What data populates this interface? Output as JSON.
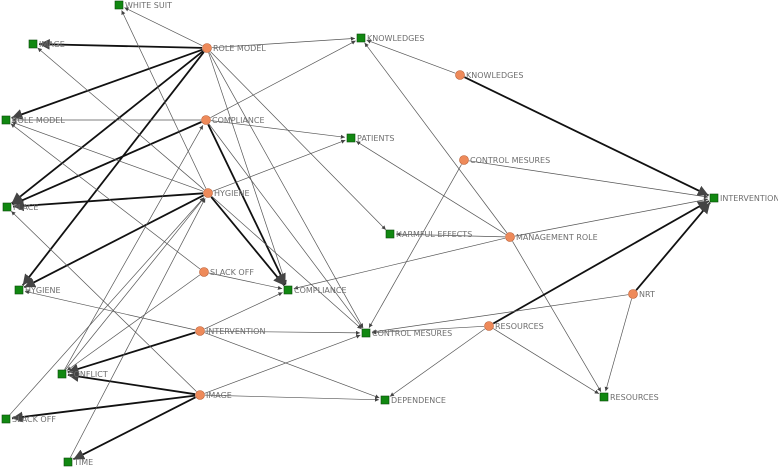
{
  "network": {
    "colors": {
      "square_fill": "#118811",
      "square_stroke": "#0b4a0b",
      "circle_fill": "#ee8a5a",
      "circle_stroke": "#b85a30",
      "edge": "#555555",
      "label": "#6e6e6e"
    },
    "nodes": [
      {
        "id": "s_white_suit",
        "label": "WHITE SUIT",
        "shape": "square"
      },
      {
        "id": "s_image",
        "label": "IMAGE",
        "shape": "square"
      },
      {
        "id": "s_role_model",
        "label": "ROLE MODEL",
        "shape": "square"
      },
      {
        "id": "s_place",
        "label": "PLACE",
        "shape": "square"
      },
      {
        "id": "s_hygiene",
        "label": "HYGIENE",
        "shape": "square"
      },
      {
        "id": "s_conflict",
        "label": "CONFLICT",
        "shape": "square"
      },
      {
        "id": "s_slack_off",
        "label": "SLACK OFF",
        "shape": "square"
      },
      {
        "id": "s_time",
        "label": "TIME",
        "shape": "square"
      },
      {
        "id": "c_role_model",
        "label": "ROLE MODEL",
        "shape": "circle"
      },
      {
        "id": "c_compliance",
        "label": "COMPLIANCE",
        "shape": "circle"
      },
      {
        "id": "c_hygiene",
        "label": "HYGIENE",
        "shape": "circle"
      },
      {
        "id": "c_slack_off",
        "label": "SLACK OFF",
        "shape": "circle"
      },
      {
        "id": "c_intervention",
        "label": "INTERVENTION",
        "shape": "circle"
      },
      {
        "id": "c_image",
        "label": "IMAGE",
        "shape": "circle"
      },
      {
        "id": "s_knowledges",
        "label": "KNOWLEDGES",
        "shape": "square"
      },
      {
        "id": "s_patients",
        "label": "PATIENTS",
        "shape": "square"
      },
      {
        "id": "s_harmful",
        "label": "HARMFUL EFFECTS",
        "shape": "square"
      },
      {
        "id": "s_compliance",
        "label": "COMPLIANCE",
        "shape": "square"
      },
      {
        "id": "s_control",
        "label": "CONTROL MESURES",
        "shape": "square"
      },
      {
        "id": "s_dependence",
        "label": "DEPENDENCE",
        "shape": "square"
      },
      {
        "id": "c_knowledges",
        "label": "KNOWLEDGES",
        "shape": "circle"
      },
      {
        "id": "c_control",
        "label": "CONTROL MESURES",
        "shape": "circle"
      },
      {
        "id": "c_management",
        "label": "MANAGEMENT ROLE",
        "shape": "circle"
      },
      {
        "id": "c_resources",
        "label": "RESOURCES",
        "shape": "circle"
      },
      {
        "id": "c_nrt",
        "label": "NRT",
        "shape": "circle"
      },
      {
        "id": "s_intervention",
        "label": "INTERVENTION",
        "shape": "square"
      },
      {
        "id": "s_resources",
        "label": "RESOURCES",
        "shape": "square"
      }
    ],
    "edges": [
      {
        "from": "c_role_model",
        "to": "s_image",
        "weight": 2
      },
      {
        "from": "c_role_model",
        "to": "s_role_model",
        "weight": 2
      },
      {
        "from": "c_role_model",
        "to": "s_place",
        "weight": 2
      },
      {
        "from": "c_role_model",
        "to": "s_hygiene",
        "weight": 2
      },
      {
        "from": "c_role_model",
        "to": "s_knowledges",
        "weight": 1
      },
      {
        "from": "c_role_model",
        "to": "s_harmful",
        "weight": 1
      },
      {
        "from": "c_role_model",
        "to": "s_compliance",
        "weight": 1
      },
      {
        "from": "c_role_model",
        "to": "s_control",
        "weight": 1
      },
      {
        "from": "c_role_model",
        "to": "s_white_suit",
        "weight": 1
      },
      {
        "from": "c_compliance",
        "to": "s_role_model",
        "weight": 1
      },
      {
        "from": "c_compliance",
        "to": "s_place",
        "weight": 2
      },
      {
        "from": "c_compliance",
        "to": "s_knowledges",
        "weight": 1
      },
      {
        "from": "c_compliance",
        "to": "s_patients",
        "weight": 1
      },
      {
        "from": "c_compliance",
        "to": "s_compliance",
        "weight": 2
      },
      {
        "from": "c_compliance",
        "to": "s_control",
        "weight": 1
      },
      {
        "from": "c_hygiene",
        "to": "s_image",
        "weight": 1
      },
      {
        "from": "c_hygiene",
        "to": "s_role_model",
        "weight": 1
      },
      {
        "from": "c_hygiene",
        "to": "s_place",
        "weight": 2
      },
      {
        "from": "c_hygiene",
        "to": "s_hygiene",
        "weight": 2
      },
      {
        "from": "c_hygiene",
        "to": "s_patients",
        "weight": 1
      },
      {
        "from": "c_hygiene",
        "to": "s_compliance",
        "weight": 2
      },
      {
        "from": "c_hygiene",
        "to": "s_control",
        "weight": 1
      },
      {
        "from": "c_hygiene",
        "to": "s_white_suit",
        "weight": 1
      },
      {
        "from": "c_slack_off",
        "to": "s_role_model",
        "weight": 1
      },
      {
        "from": "c_slack_off",
        "to": "s_compliance",
        "weight": 1
      },
      {
        "from": "c_slack_off",
        "to": "s_conflict",
        "weight": 1
      },
      {
        "from": "c_intervention",
        "to": "s_hygiene",
        "weight": 1
      },
      {
        "from": "c_intervention",
        "to": "s_compliance",
        "weight": 1
      },
      {
        "from": "c_intervention",
        "to": "s_control",
        "weight": 1
      },
      {
        "from": "c_intervention",
        "to": "s_dependence",
        "weight": 1
      },
      {
        "from": "c_intervention",
        "to": "s_conflict",
        "weight": 2
      },
      {
        "from": "c_image",
        "to": "s_place",
        "weight": 1
      },
      {
        "from": "c_image",
        "to": "s_conflict",
        "weight": 2
      },
      {
        "from": "c_image",
        "to": "s_slack_off",
        "weight": 2
      },
      {
        "from": "c_image",
        "to": "s_time",
        "weight": 2
      },
      {
        "from": "c_image",
        "to": "s_control",
        "weight": 1
      },
      {
        "from": "c_image",
        "to": "s_dependence",
        "weight": 1
      },
      {
        "from": "s_conflict",
        "to": "c_hygiene",
        "weight": 1
      },
      {
        "from": "s_conflict",
        "to": "c_compliance",
        "weight": 1
      },
      {
        "from": "s_slack_off",
        "to": "c_hygiene",
        "weight": 1
      },
      {
        "from": "s_time",
        "to": "c_hygiene",
        "weight": 1
      },
      {
        "from": "c_knowledges",
        "to": "s_knowledges",
        "weight": 1
      },
      {
        "from": "c_knowledges",
        "to": "s_intervention",
        "weight": 2
      },
      {
        "from": "c_control",
        "to": "s_control",
        "weight": 1
      },
      {
        "from": "c_control",
        "to": "s_intervention",
        "weight": 1
      },
      {
        "from": "c_management",
        "to": "s_knowledges",
        "weight": 1
      },
      {
        "from": "c_management",
        "to": "s_patients",
        "weight": 1
      },
      {
        "from": "c_management",
        "to": "s_harmful",
        "weight": 1
      },
      {
        "from": "c_management",
        "to": "s_compliance",
        "weight": 1
      },
      {
        "from": "c_management",
        "to": "s_intervention",
        "weight": 1
      },
      {
        "from": "c_management",
        "to": "s_resources",
        "weight": 1
      },
      {
        "from": "c_resources",
        "to": "s_control",
        "weight": 1
      },
      {
        "from": "c_resources",
        "to": "s_dependence",
        "weight": 1
      },
      {
        "from": "c_resources",
        "to": "s_intervention",
        "weight": 2
      },
      {
        "from": "c_resources",
        "to": "s_resources",
        "weight": 1
      },
      {
        "from": "c_nrt",
        "to": "s_control",
        "weight": 1
      },
      {
        "from": "c_nrt",
        "to": "s_intervention",
        "weight": 2
      },
      {
        "from": "c_nrt",
        "to": "s_resources",
        "weight": 1
      }
    ]
  }
}
